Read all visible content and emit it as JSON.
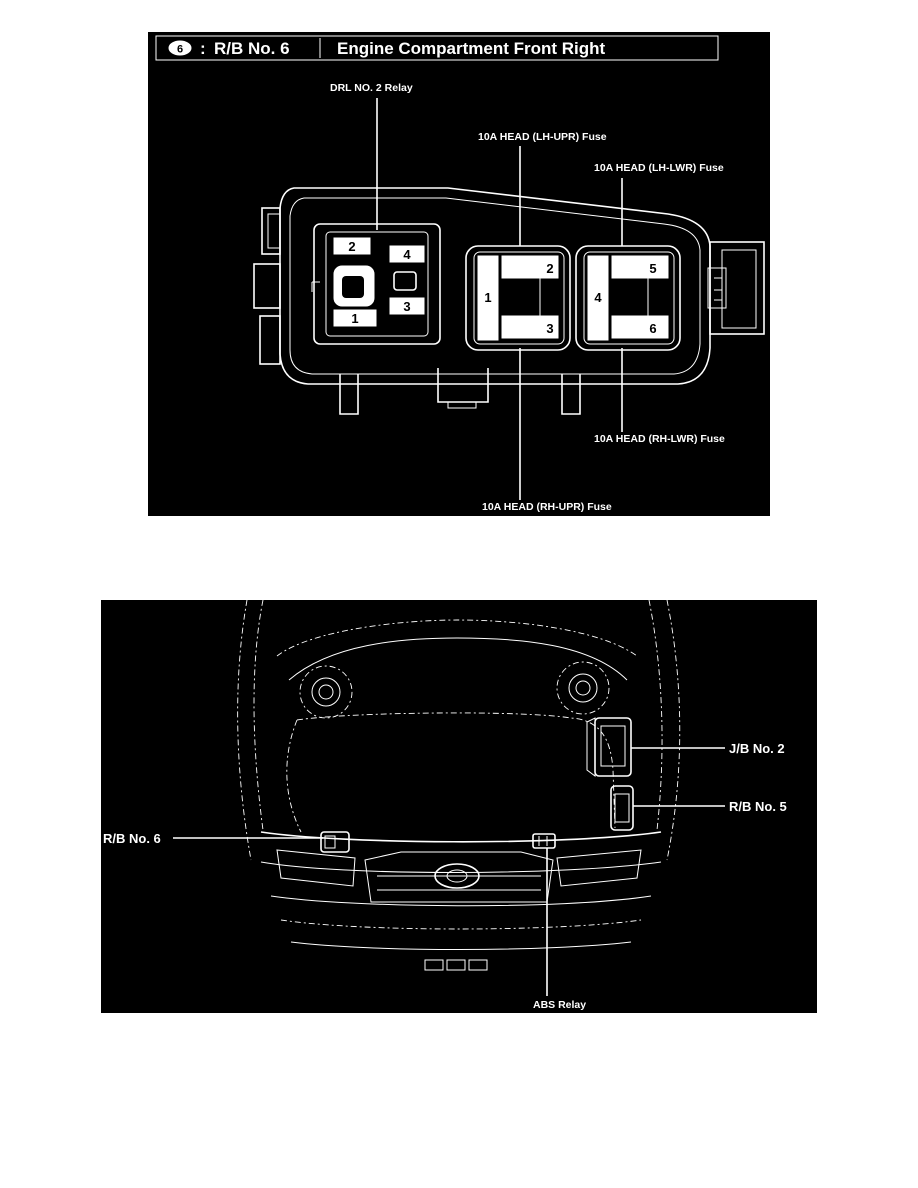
{
  "header": {
    "symbol": "6",
    "separator": ":",
    "box_name": "R/B No. 6",
    "location": "Engine Compartment Front Right"
  },
  "top_diagram": {
    "callouts": {
      "drl_relay": "DRL NO. 2 Relay",
      "lh_upr_fuse": "10A HEAD (LH-UPR) Fuse",
      "lh_lwr_fuse": "10A HEAD (LH-LWR) Fuse",
      "rh_lwr_fuse": "10A HEAD (RH-LWR) Fuse",
      "rh_upr_fuse": "10A HEAD (RH-UPR) Fuse"
    },
    "relay_terminals": [
      "2",
      "4",
      "3",
      "1"
    ],
    "fuse_block_left_terminals": [
      "1",
      "2",
      "3"
    ],
    "fuse_block_right_terminals": [
      "4",
      "5",
      "6"
    ]
  },
  "bottom_diagram": {
    "callouts": {
      "jb2": "J/B No. 2",
      "rb5": "R/B No. 5",
      "rb6": "R/B No. 6",
      "abs_relay": "ABS Relay"
    }
  }
}
